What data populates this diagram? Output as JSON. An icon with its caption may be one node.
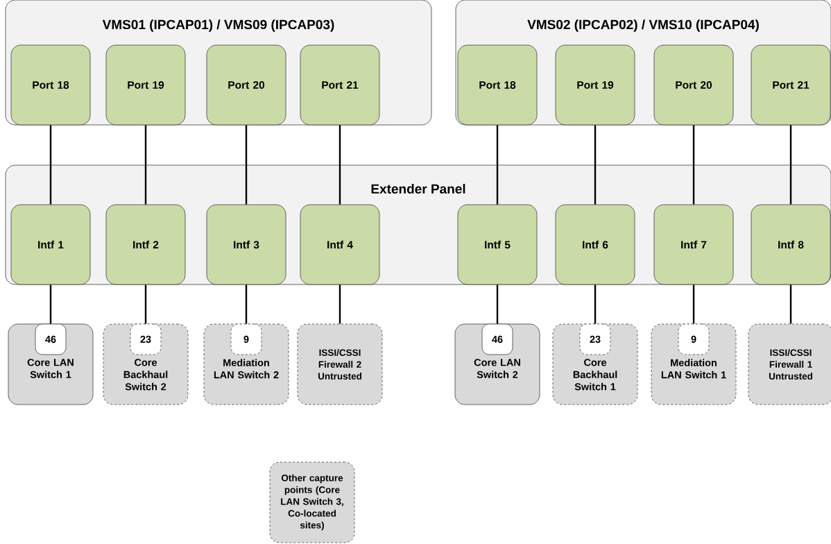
{
  "diagram": {
    "nodes": [
      {
        "text": [
          "VMS01 (IPCAP01) / VMS09 (IPCAP03)"
        ]
      },
      {
        "text": [
          "Port 18"
        ],
        "in": 0
      },
      {
        "text": [
          "Port 19"
        ],
        "in": 0
      },
      {
        "text": [
          "Port 20"
        ],
        "in": 0
      },
      {
        "text": [
          "Port 21"
        ],
        "in": 0
      },
      {
        "text": [
          "VMS02 (IPCAP02) / VMS10 (IPCAP04)"
        ]
      },
      {
        "text": [
          "Port 18"
        ],
        "in": 5
      },
      {
        "text": [
          "Port 19"
        ],
        "in": 5
      },
      {
        "text": [
          "Port 20"
        ],
        "in": 5
      },
      {
        "text": [
          "Port 21"
        ],
        "in": 5
      },
      {
        "text": [
          "Extender Panel"
        ]
      },
      {
        "text": [
          "Intf 1"
        ],
        "in": 10
      },
      {
        "text": [
          "Intf 2"
        ],
        "in": 10
      },
      {
        "text": [
          "Intf 3"
        ],
        "in": 10
      },
      {
        "text": [
          "Intf 4"
        ],
        "in": 10
      },
      {
        "text": [
          "Intf 5"
        ],
        "in": 10
      },
      {
        "text": [
          "Intf 6"
        ],
        "in": 10
      },
      {
        "text": [
          "Intf 7"
        ],
        "in": 10
      },
      {
        "text": [
          "Intf 8"
        ],
        "in": 10
      },
      {
        "text": [
          "Core LAN Switch 1"
        ]
      },
      {
        "text": [
          "46"
        ],
        "in": 19
      },
      {
        "text": [
          "Core Backhaul Switch 2"
        ]
      },
      {
        "text": [
          "23"
        ],
        "in": 21
      },
      {
        "text": [
          "Mediation LAN Switch 2"
        ]
      },
      {
        "text": [
          "9"
        ],
        "in": 23
      },
      {
        "text": [
          "ISSI/CSSI Firewall 2 Untrusted"
        ]
      },
      {
        "text": [
          "Core LAN Switch 2"
        ]
      },
      {
        "text": [
          "46"
        ],
        "in": 26
      },
      {
        "text": [
          "Core Backhaul Switch 1"
        ]
      },
      {
        "text": [
          "23"
        ],
        "in": 28
      },
      {
        "text": [
          "Mediation LAN Switch 1"
        ]
      },
      {
        "text": [
          "9"
        ],
        "in": 30
      },
      {
        "text": [
          "ISSI/CSSI Firewall 1 Untrusted"
        ]
      },
      {
        "text": [
          "Other capture points (Core LAN Switch 3, Co-located sites)"
        ]
      }
    ],
    "edges": [
      {
        "from": 1,
        "to": 11,
        "arrow": "none"
      },
      {
        "from": 2,
        "to": 12,
        "arrow": "none"
      },
      {
        "from": 3,
        "to": 13,
        "arrow": "none"
      },
      {
        "from": 4,
        "to": 14,
        "arrow": "none"
      },
      {
        "from": 6,
        "to": 15,
        "arrow": "none"
      },
      {
        "from": 7,
        "to": 16,
        "arrow": "none"
      },
      {
        "from": 8,
        "to": 17,
        "arrow": "none"
      },
      {
        "from": 9,
        "to": 18,
        "arrow": "none"
      },
      {
        "from": 11,
        "to": 20,
        "arrow": "none"
      },
      {
        "from": 12,
        "to": 22,
        "arrow": "none"
      },
      {
        "from": 13,
        "to": 24,
        "arrow": "none"
      },
      {
        "from": 14,
        "to": 25,
        "arrow": "none"
      },
      {
        "from": 15,
        "to": 27,
        "arrow": "none"
      },
      {
        "from": 16,
        "to": 29,
        "arrow": "none"
      },
      {
        "from": 17,
        "to": 31,
        "arrow": "none"
      },
      {
        "from": 18,
        "to": 32,
        "arrow": "none"
      }
    ]
  }
}
